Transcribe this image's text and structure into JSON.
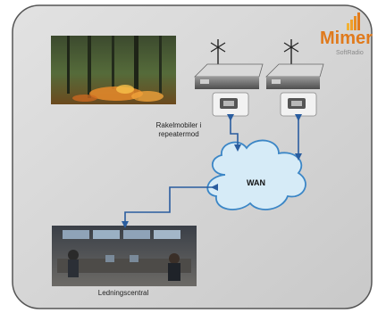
{
  "logo": {
    "name": "Mimer",
    "sub": "SoftRadio"
  },
  "labels": {
    "radios_line1": "Rakelmobiler i",
    "radios_line2": "repeatermod",
    "network": "WAN",
    "control_center": "Ledningscentral"
  },
  "colors": {
    "panel": "#d4d4d4",
    "cloud_fill": "#d6ebf7",
    "cloud_stroke": "#3b86c6",
    "link": "#2a5d9f",
    "logo": "#e07a1c"
  }
}
